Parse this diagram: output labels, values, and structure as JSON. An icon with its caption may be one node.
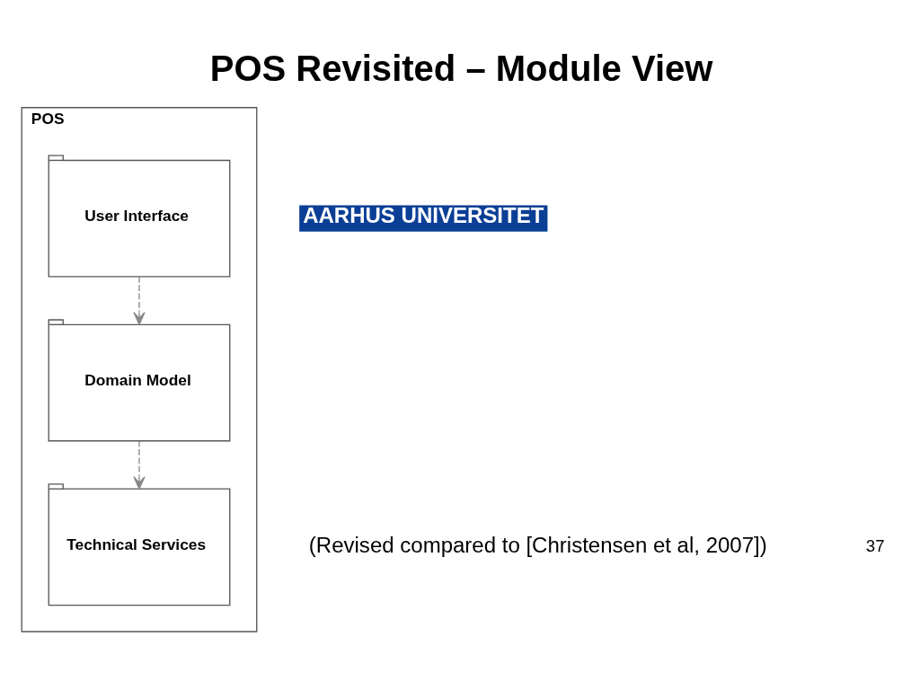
{
  "diagram": {
    "title": "POS Revisited – Module View",
    "nodes": [
      {
        "text": [
          "POS"
        ]
      },
      {
        "text": [
          "User Interface"
        ],
        "in": 0
      },
      {
        "text": [
          "Domain Model"
        ],
        "in": 0
      },
      {
        "text": [
          "Technical Services"
        ],
        "in": 0
      }
    ],
    "edges": [
      {
        "from": 1,
        "to": 2,
        "arrow": "to",
        "style": "dashed"
      },
      {
        "from": 2,
        "to": 3,
        "arrow": "to",
        "style": "dashed"
      }
    ],
    "labels": [
      "AARHUS UNIVERSITET",
      "(Revised compared to [Christensen et al, 2007])",
      "37"
    ]
  }
}
